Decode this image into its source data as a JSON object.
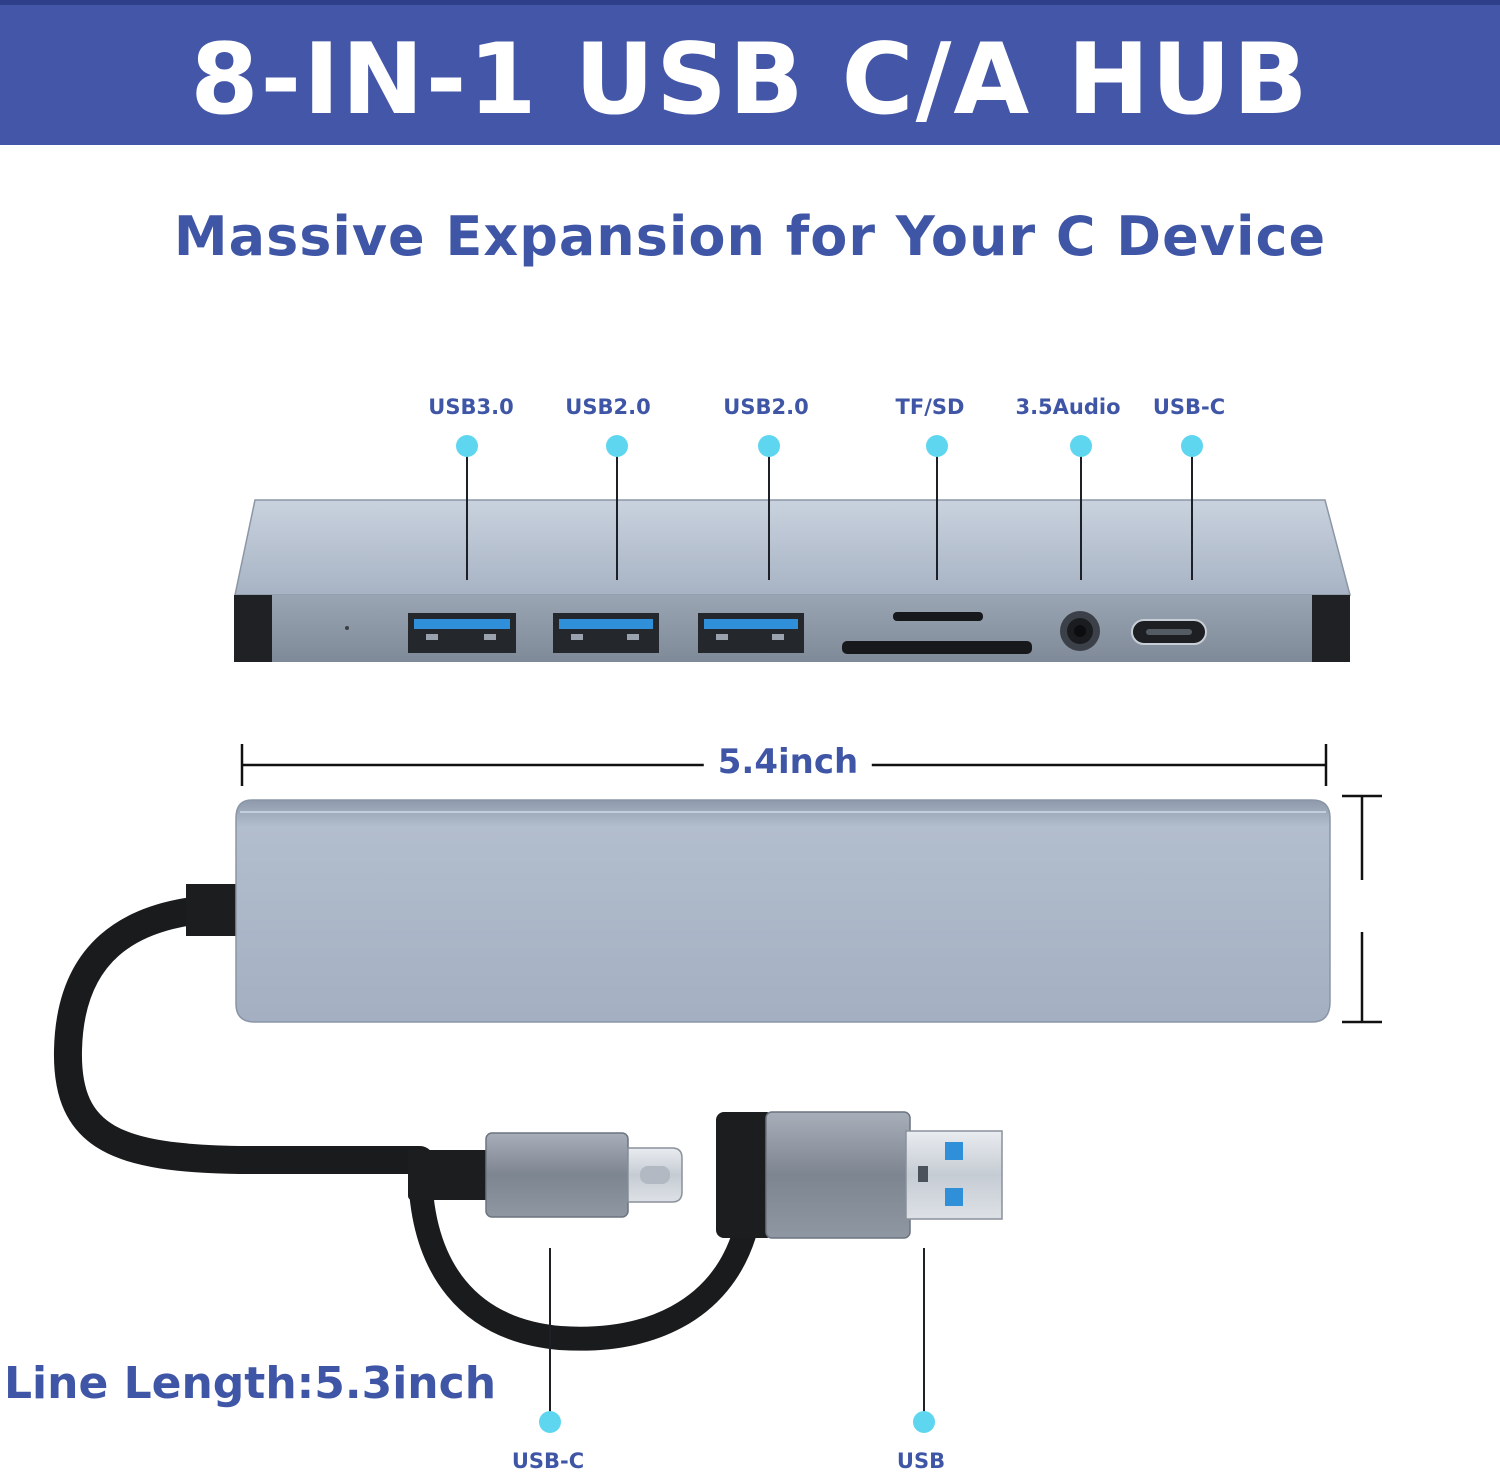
{
  "header": {
    "title": "8-IN-1 USB C/A HUB"
  },
  "subtitle": "Massive Expansion for Your C Device",
  "ports": [
    {
      "label": "USB3.0"
    },
    {
      "label": "USB2.0"
    },
    {
      "label": "USB2.0"
    },
    {
      "label": "TF/SD"
    },
    {
      "label": "3.5Audio"
    },
    {
      "label": "USB-C"
    }
  ],
  "dimensions": {
    "width": "5.4inch",
    "line_length": "Line Length:5.3inch"
  },
  "cable_connectors": [
    {
      "label": "USB-C"
    },
    {
      "label": "USB"
    }
  ],
  "colors": {
    "brand": "#4356a8",
    "text_accent": "#3f56a6",
    "callout_dot": "#5fd6ef",
    "hub_body": "#a9b5c7"
  }
}
